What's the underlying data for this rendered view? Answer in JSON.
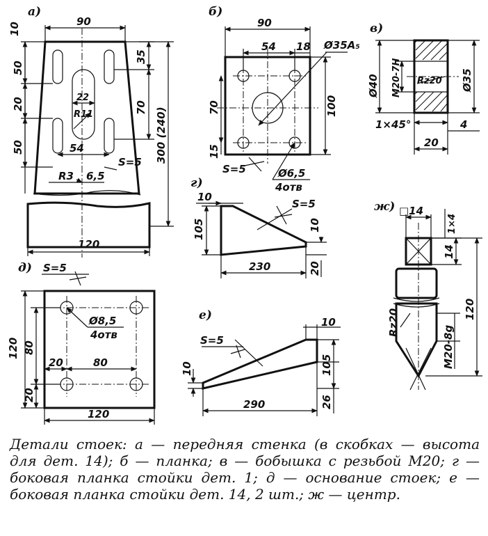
{
  "views": {
    "a": {
      "label": "а)",
      "dims": [
        "10",
        "90",
        "35",
        "300 (240)",
        "50",
        "70",
        "20",
        "22",
        "R11",
        "50",
        "54",
        "S=5",
        "R3",
        "6,5",
        "120"
      ]
    },
    "b": {
      "label": "б)",
      "dims": [
        "90",
        "54",
        "18",
        "Ø35A₅",
        "70",
        "100",
        "15",
        "S=5",
        "Ø6,5",
        "4отв"
      ]
    },
    "v": {
      "label": "в)",
      "dims": [
        "Ø40",
        "M20-7H",
        "Rz20",
        "Ø35",
        "1×45°",
        "4",
        "20"
      ]
    },
    "g": {
      "label": "г)",
      "dims": [
        "10",
        "S=5",
        "105",
        "10",
        "230",
        "20"
      ]
    },
    "zh": {
      "label": "ж)",
      "dims": [
        "□14",
        "1×4",
        "14",
        "120",
        "Rz20",
        "M20-8g"
      ]
    },
    "d": {
      "label": "д)",
      "dims": [
        "S=5",
        "Ø8,5",
        "4отв",
        "120",
        "80",
        "20",
        "80",
        "20",
        "120"
      ]
    },
    "e": {
      "label": "е)",
      "dims": [
        "S=5",
        "10",
        "105",
        "10",
        "290",
        "26"
      ]
    }
  },
  "caption": "Детали стоек: а — передняя стенка (в скобках — высота для дет. 14); б — планка; в — бобышка с резьбой М20; г — боковая планка стойки дет. 1; д — основание стоек; е — боковая планка стойки дет. 14, 2 шт.; ж — центр."
}
